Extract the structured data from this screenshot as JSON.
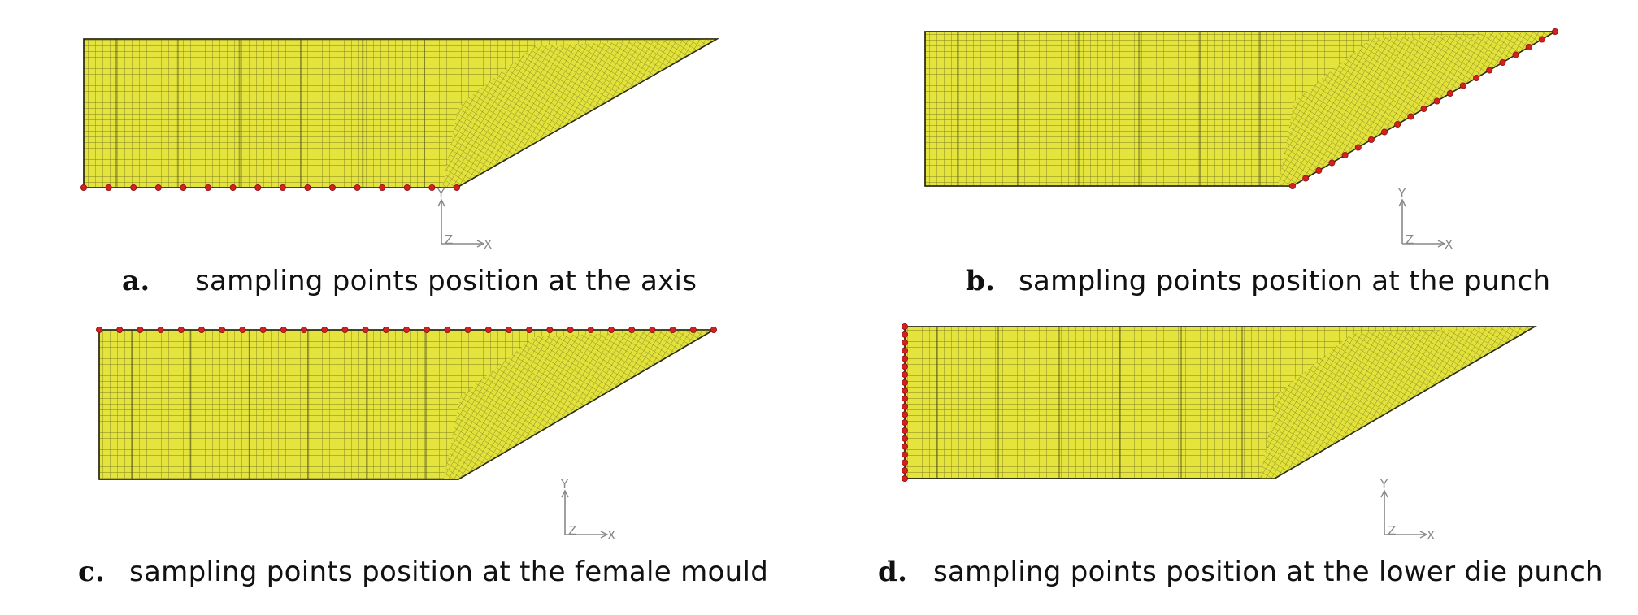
{
  "colors": {
    "mesh_fill": "#e4e43c",
    "mesh_line": "#2c2c14",
    "point": "#d42020",
    "axis": "#888888"
  },
  "panels": [
    {
      "id": "a",
      "label": "a.",
      "caption": "sampling points position at the axis",
      "sampled_edge": "axis (bottom edge)",
      "point_count": 16
    },
    {
      "id": "b",
      "label": "b.",
      "caption": "sampling points position at the punch",
      "sampled_edge": "punch (inclined edge)",
      "point_count": 21
    },
    {
      "id": "c",
      "label": "c.",
      "caption": "sampling points position at the female mould",
      "sampled_edge": "female mould (top edge)",
      "point_count": 31
    },
    {
      "id": "d",
      "label": "d.",
      "caption": "sampling points position at the lower die punch",
      "sampled_edge": "lower die punch (left edge)",
      "point_count": 20
    }
  ],
  "triad": {
    "y_label": "Y",
    "z_label": "Z",
    "x_label": "X"
  }
}
